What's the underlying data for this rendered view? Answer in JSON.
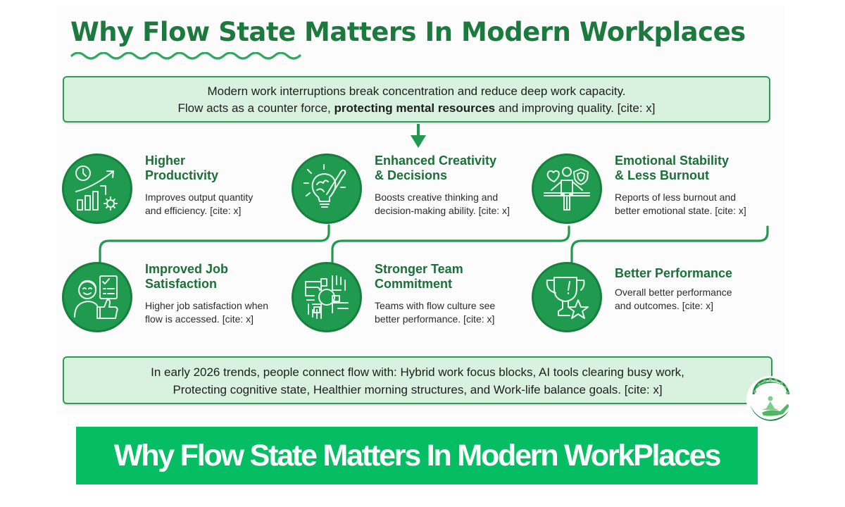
{
  "header": {
    "title": "Why Flow State Matters In Modern Workplaces"
  },
  "intro": {
    "line1": "Modern work interruptions break concentration and reduce deep work capacity.",
    "line2_before": "Flow acts as a counter force, ",
    "line2_bold": "protecting mental resources",
    "line2_after": " and improving quality. [cite: x]"
  },
  "features": [
    {
      "icon": "productivity-chart-icon",
      "title_line1": "Higher",
      "title_line2": "Productivity",
      "desc_line1": "Improves output quantity",
      "desc_line2": "and efficiency. [cite: x]"
    },
    {
      "icon": "creative-lightbulb-icon",
      "title_line1": "Enhanced Creativity",
      "title_line2": "& Decisions",
      "desc_line1": "Boosts creative thinking and",
      "desc_line2": "decision-making ability. [cite: x]"
    },
    {
      "icon": "balanced-person-icon",
      "title_line1": "Emotional Stability",
      "title_line2": "& Less Burnout",
      "desc_line1": "Reports of less burnout and",
      "desc_line2": "better emotional state. [cite: x]"
    },
    {
      "icon": "job-satisfaction-icon",
      "title_line1": "Improved Job",
      "title_line2": "Satisfaction",
      "desc_line1": "Higher job satisfaction when",
      "desc_line2": "flow is accessed. [cite: x]"
    },
    {
      "icon": "team-hands-icon",
      "title_line1": "Stronger Team",
      "title_line2": "Commitment",
      "desc_line1": "Teams with flow culture see",
      "desc_line2": "better performance. [cite: x]"
    },
    {
      "icon": "trophy-star-icon",
      "title_line1": "Better Performance",
      "title_line2": "",
      "desc_line1": "Overall better performance",
      "desc_line2": "and outcomes. [cite: x]"
    }
  ],
  "trends": {
    "line1": "In early 2026 trends, people connect flow with: Hybrid work focus blocks, AI tools clearing busy work,",
    "line2": "Protecting cognitive state, Healthier morning structures, and Work-life balance goals. [cite: x]"
  },
  "banner": {
    "text": "Why Flow State Matters In Modern WorkPlaces"
  },
  "colors": {
    "title_green": "#1d7a3e",
    "circle_green": "#1f9a4e",
    "box_fill": "#d9f1df",
    "box_border": "#2f9b57",
    "banner_green": "#05be63"
  }
}
